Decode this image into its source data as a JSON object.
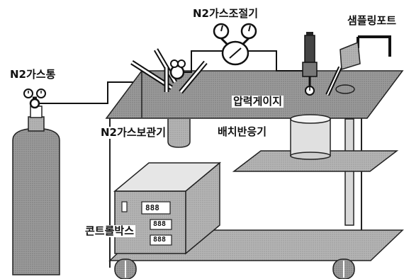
{
  "labels": {
    "n2_cylinder": "N2가스통",
    "n2_regulator": "N2가스조절기",
    "sampling_port": "샘플링포트",
    "pressure_gauge": "압력게이지",
    "n2_storage": "N2가스보관기",
    "batch_reactor": "배치반응기",
    "control_box": "콘트롤박스"
  },
  "displays": {
    "row1": "888",
    "row2": "888",
    "row3": "888"
  }
}
